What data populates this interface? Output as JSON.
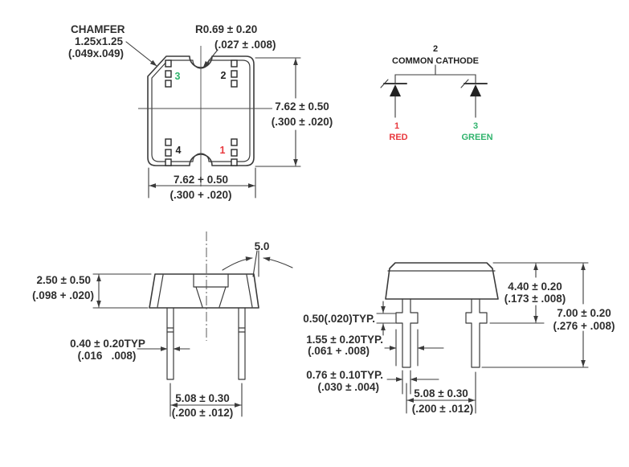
{
  "colors": {
    "line": "#3b3b3b",
    "text": "#2e2e2e",
    "red": "#e8383d",
    "green": "#2fb36c"
  },
  "top_view": {
    "chamfer_label": [
      "CHAMFER",
      "1.25x1.25",
      "(.049x.049)"
    ],
    "radius_label": [
      "R0.69 ± 0.20",
      "(.027 ± .008)"
    ],
    "height_dim": [
      "7.62 ± 0.50",
      "(.300 ± .020)"
    ],
    "width_dim": [
      "7.62 + 0.50",
      "(.300 + .020)"
    ],
    "pin1": "1",
    "pin2": "2",
    "pin3": "3",
    "pin4": "4"
  },
  "schematic": {
    "pin2": "2",
    "title": "COMMON CATHODE",
    "left_pin": "1",
    "left_color": "RED",
    "right_pin": "3",
    "right_color": "GREEN"
  },
  "side_view": {
    "height_dim": [
      "2.50 ± 0.50",
      "(.098 + .020)"
    ],
    "lead_width_dim": [
      "0.40 ± 0.20TYP",
      "(.016   .008)"
    ],
    "lead_spacing_dim": [
      "5.08 ± 0.30",
      "(.200 ± .012)"
    ],
    "angle_dim": "5.0"
  },
  "front_view": {
    "standoff_dim": "0.50(.020)TYP.",
    "tab_width_dim": [
      "1.55 ± 0.20TYP.",
      "(.061 + .008)"
    ],
    "lead_thickness_dim": [
      "0.76 ± 0.10TYP.",
      "(.030 ± .004)"
    ],
    "body_height_dim": [
      "4.40 ± 0.20",
      "(.173 ± .008)"
    ],
    "overall_height_dim": [
      "7.00 ± 0.20",
      "(.276 + .008)"
    ],
    "lead_spacing_dim": [
      "5.08 ± 0.30",
      "(.200 ± .012)"
    ]
  }
}
